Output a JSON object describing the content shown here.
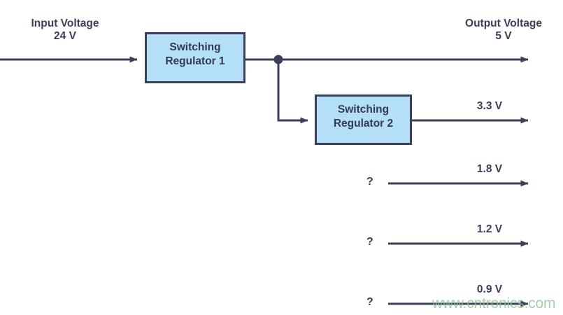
{
  "diagram": {
    "title": "Power supply rail block diagram",
    "colors": {
      "line": "#3a4059",
      "box_fill": "#b3e0f7",
      "box_border": "#3a4059",
      "text": "#3a4059",
      "background": "#ffffff",
      "watermark": "#8cc48c"
    },
    "input": {
      "label_line1": "Input Voltage",
      "label_line2": "24 V"
    },
    "blocks": [
      {
        "id": "switching-regulator-1",
        "line1": "Switching",
        "line2": "Regulator 1"
      },
      {
        "id": "switching-regulator-2",
        "line1": "Switching",
        "line2": "Regulator 2"
      }
    ],
    "outputs": [
      {
        "id": "output-5v",
        "caption": "Output Voltage",
        "value": "5 V",
        "source": "switching-regulator-1",
        "unknown_marker": ""
      },
      {
        "id": "output-3v3",
        "caption": "",
        "value": "3.3 V",
        "source": "switching-regulator-2",
        "unknown_marker": ""
      },
      {
        "id": "output-1v8",
        "caption": "",
        "value": "1.8 V",
        "source": "unknown",
        "unknown_marker": "?"
      },
      {
        "id": "output-1v2",
        "caption": "",
        "value": "1.2 V",
        "source": "unknown",
        "unknown_marker": "?"
      },
      {
        "id": "output-0v9",
        "caption": "",
        "value": "0.9 V",
        "source": "unknown",
        "unknown_marker": "?"
      }
    ],
    "watermark": {
      "text": "www.cntronics.com"
    }
  }
}
